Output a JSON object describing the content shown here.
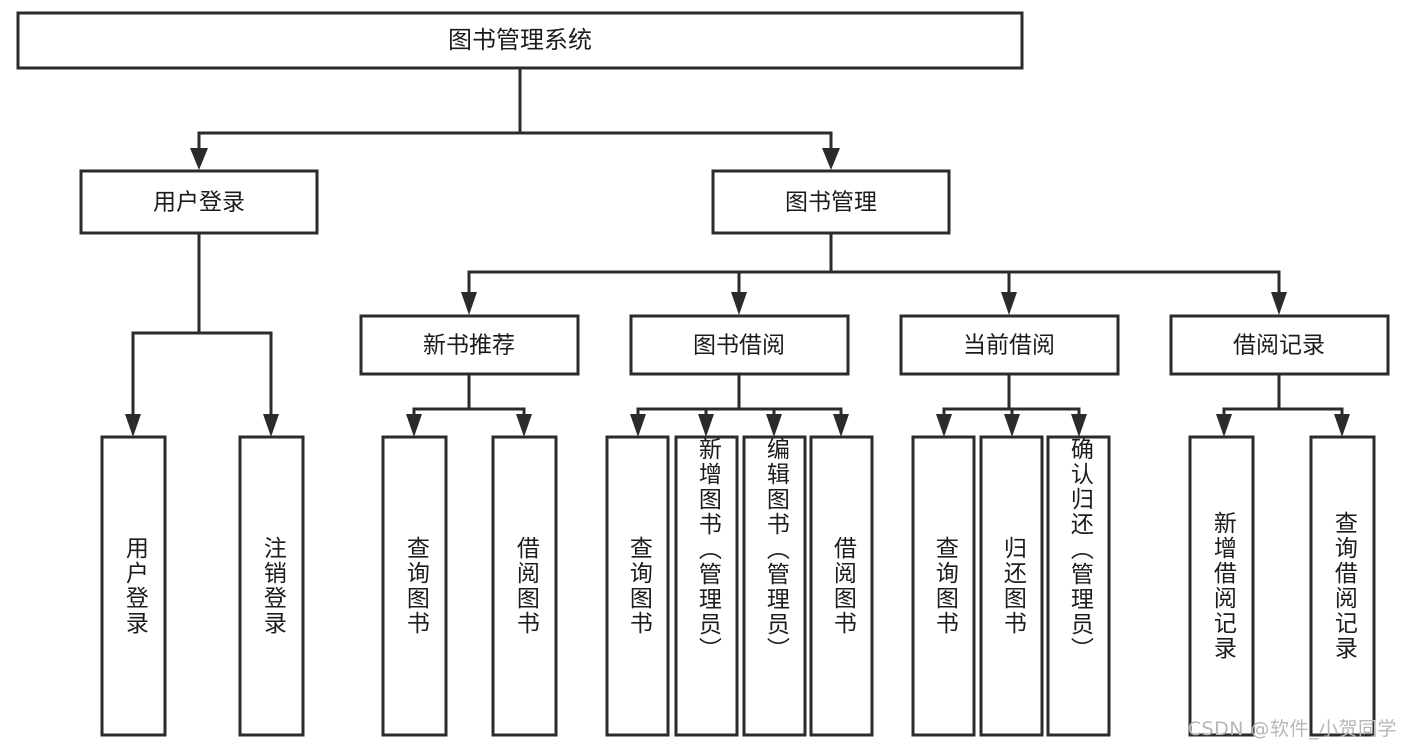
{
  "diagram": {
    "title": "图书管理系统",
    "type": "tree",
    "root": {
      "id": "root",
      "label": "图书管理系统"
    },
    "level2": [
      {
        "id": "user-login",
        "label": "用户登录"
      },
      {
        "id": "book-manage",
        "label": "图书管理"
      }
    ],
    "level3": [
      {
        "id": "new-book-recommend",
        "label": "新书推荐",
        "parent": "book-manage"
      },
      {
        "id": "book-borrow",
        "label": "图书借阅",
        "parent": "book-manage"
      },
      {
        "id": "current-borrow",
        "label": "当前借阅",
        "parent": "book-manage"
      },
      {
        "id": "borrow-record",
        "label": "借阅记录",
        "parent": "book-manage"
      }
    ],
    "leaves": {
      "user-login": [
        {
          "id": "leaf-user-login",
          "label": "用户登录"
        },
        {
          "id": "leaf-user-logout",
          "label": "注销登录"
        }
      ],
      "new-book-recommend": [
        {
          "id": "leaf-query-book-1",
          "label": "查询图书"
        },
        {
          "id": "leaf-borrow-book-1",
          "label": "借阅图书"
        }
      ],
      "book-borrow": [
        {
          "id": "leaf-query-book-2",
          "label": "查询图书"
        },
        {
          "id": "leaf-add-book",
          "label": "新增图书（管理员）"
        },
        {
          "id": "leaf-edit-book",
          "label": "编辑图书（管理员）"
        },
        {
          "id": "leaf-borrow-book-2",
          "label": "借阅图书"
        }
      ],
      "current-borrow": [
        {
          "id": "leaf-query-book-3",
          "label": "查询图书"
        },
        {
          "id": "leaf-return-book",
          "label": "归还图书"
        },
        {
          "id": "leaf-confirm-return",
          "label": "确认归还（管理员）"
        }
      ],
      "borrow-record": [
        {
          "id": "leaf-add-record",
          "label": "新增借阅记录"
        },
        {
          "id": "leaf-query-record",
          "label": "查询借阅记录"
        }
      ]
    }
  },
  "watermark": {
    "text": "CSDN @软件_小贺同学"
  },
  "colors": {
    "stroke": "#2b2b2b",
    "box_fill": "#ffffff",
    "text": "#1c1c1c",
    "watermark": "#b7b7b7",
    "background": "#ffffff"
  }
}
